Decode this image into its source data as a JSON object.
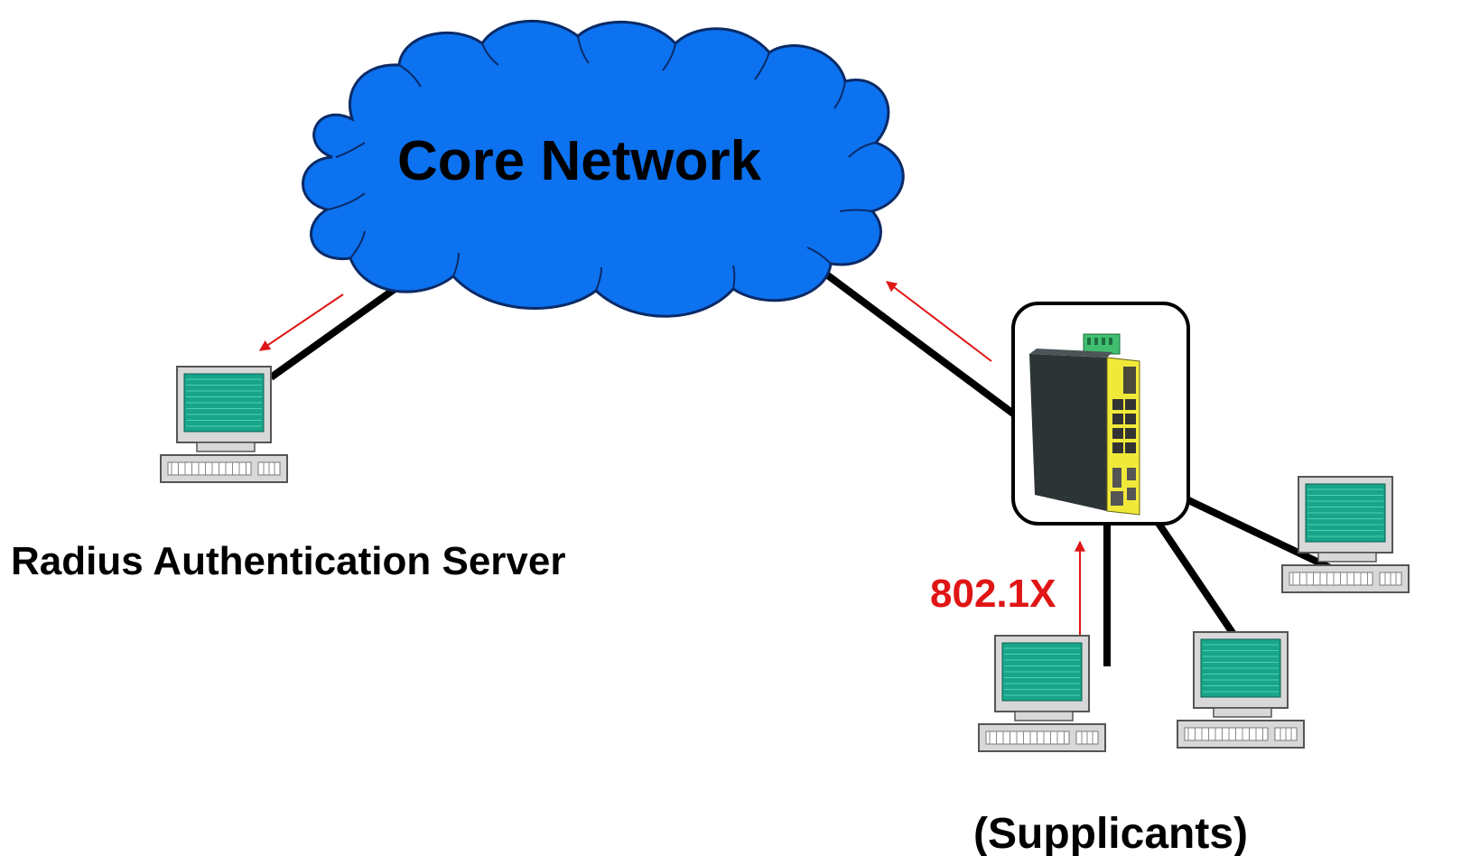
{
  "diagram": {
    "cloud": {
      "label": "Core Network",
      "fill_color": "#0c72f0",
      "outline_color": "#0a2a66"
    },
    "server": {
      "label": "Radius Authentication Server",
      "icon": "desktop-computer-icon"
    },
    "switch": {
      "icon": "industrial-ethernet-switch-icon",
      "body_color": "#2c3436",
      "panel_color": "#f1e93a",
      "terminal_color": "#3fbf6f"
    },
    "protocol": {
      "label": "802.1X",
      "color": "#e01515"
    },
    "supplicants": {
      "label": "(Supplicants)",
      "icon": "desktop-computer-icon"
    },
    "colors": {
      "link": "#000000",
      "arrow": "#e01515",
      "screen": "#18a58a",
      "monitor_case": "#d8d8d8"
    }
  }
}
